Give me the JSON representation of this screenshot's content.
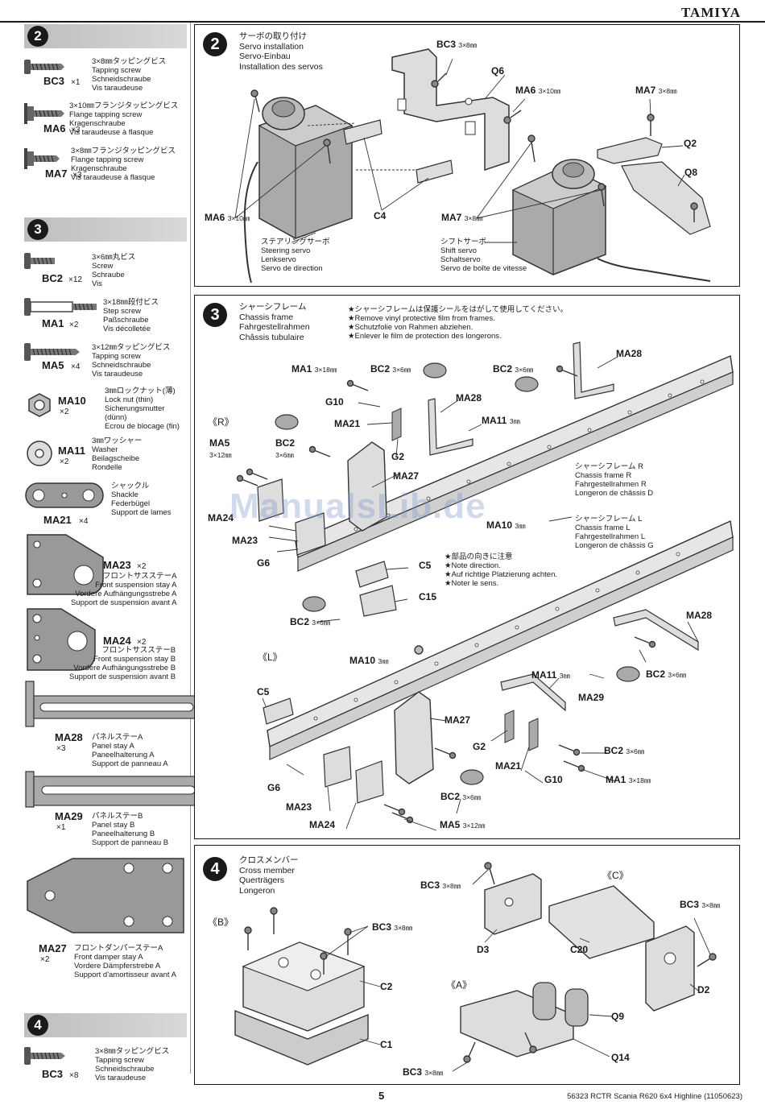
{
  "brand": "TAMIYA",
  "footer": {
    "page": "5",
    "code": "56323 RCTR Scania R620 6x4 Highline (11050623)"
  },
  "watermark": "ManualsLib.de",
  "sidebar": {
    "step2": {
      "num": "2"
    },
    "step3": {
      "num": "3"
    },
    "step4": {
      "num": "4"
    },
    "parts": [
      {
        "code": "BC3",
        "qty": "×1",
        "desc": "3×8㎜タッピングビス\nTapping screw\nSchneidschraube\nVis taraudeuse"
      },
      {
        "code": "MA6",
        "qty": "×3",
        "desc": "3×10㎜フランジタッピングビス\nFlange tapping screw\nKragenschraube\nVis taraudeuse à flasque"
      },
      {
        "code": "MA7",
        "qty": "×3",
        "desc": "3×8㎜フランジタッピングビス\nFlange tapping screw\nKragenschraube\nVis taraudeuse à flasque"
      },
      {
        "code": "BC2",
        "qty": "×12",
        "desc": "3×6㎜丸ビス\nScrew\nSchraube\nVis"
      },
      {
        "code": "MA1",
        "qty": "×2",
        "desc": "3×18㎜段付ビス\nStep screw\nPaßschraube\nVis décolletée"
      },
      {
        "code": "MA5",
        "qty": "×4",
        "desc": "3×12㎜タッピングビス\nTapping screw\nSchneidschraube\nVis taraudeuse"
      },
      {
        "code": "MA10",
        "qty": "×2",
        "desc": "3㎜ロックナット(薄)\nLock nut (thin)\nSicherungsmutter\n(dünn)\nEcrou de blocage (fin)"
      },
      {
        "code": "MA11",
        "qty": "×2",
        "desc": "3㎜ワッシャー\nWasher\nBeilagscheibe\nRondelle"
      },
      {
        "code": "MA21",
        "qty": "×4",
        "desc": "シャックル\nShackle\nFederbügel\nSupport de lames"
      },
      {
        "code": "MA23",
        "qty": "×2",
        "desc": "フロントサスステーA\nFront suspension stay A\nVordere Aufhängungsstrebe A\nSupport de suspension avant A"
      },
      {
        "code": "MA24",
        "qty": "×2",
        "desc": "フロントサスステーB\nFront suspension stay B\nVordere Aufhängungsstrebe B\nSupport de suspension avant B"
      },
      {
        "code": "MA28",
        "qty": "×3",
        "desc": "パネルステーA\nPanel stay A\nPaneelhalterung A\nSupport de panneau A"
      },
      {
        "code": "MA29",
        "qty": "×1",
        "desc": "パネルステーB\nPanel stay B\nPaneelhalterung B\nSupport de panneau B"
      },
      {
        "code": "MA27",
        "qty": "×2",
        "desc": "フロントダンパーステーA\nFront damper stay A\nVordere Dämpferstrebe A\nSupport d'amortisseur avant A"
      },
      {
        "code": "BC3",
        "qty": "×8",
        "desc": "3×8㎜タッピングビス\nTapping screw\nSchneidschraube\nVis taraudeuse"
      }
    ]
  },
  "panel2": {
    "num": "2",
    "title": "サーボの取り付け\nServo installation\nServo-Einbau\nInstallation des servos",
    "labels": {
      "bc3": "BC3",
      "bc3_size": "3×8㎜",
      "q6": "Q6",
      "ma6a": "MA6",
      "ma6a_size": "3×10㎜",
      "ma7a": "MA7",
      "ma7a_size": "3×8㎜",
      "q2": "Q2",
      "q8": "Q8",
      "c4": "C4",
      "ma6b": "MA6",
      "ma6b_size": "3×10㎜",
      "ma7b": "MA7",
      "ma7b_size": "3×8㎜"
    },
    "steering": "ステアリングサーボ\nSteering servo\nLenkservo\nServo de direction",
    "shift": "シフトサーボ\nShift servo\nSchaltservo\nServo de boîte de vitesse"
  },
  "panel3": {
    "num": "3",
    "title": "シャーシフレーム\nChassis frame\nFahrgestellrahmen\nChâssis tubulaire",
    "film_note": "★シャーシフレームは保護シールをはがして使用してください。\n★Remove vinyl protective film from frames.\n★Schutzfolie von Rahmen abziehen.\n★Enlever le film de protection des longerons.",
    "dir_note": "★部品の向きに注意\n★Note direction.\n★Auf richtige Platzierung achten.\n★Noter le sens.",
    "frame_r": "シャーシフレーム R\nChassis frame R\nFahrgestellrahmen R\nLongeron de châssis D",
    "frame_l": "シャーシフレーム L\nChassis frame L\nFahrgestellrahmen L\nLongeron de châssis G",
    "r_mark": "《R》",
    "l_mark": "《L》",
    "labels": {
      "ma1a": "MA1",
      "ma1a_size": "3×18㎜",
      "bc2a": "BC2",
      "bc2a_size": "3×6㎜",
      "bc2b": "BC2",
      "bc2b_size": "3×6㎜",
      "ma28a": "MA28",
      "ma28b": "MA28",
      "ma28c": "MA28",
      "g10a": "G10",
      "ma21a": "MA21",
      "ma11a": "MA11",
      "ma11a_size": "3㎜",
      "ma5a": "MA5",
      "ma5a_size": "3×12㎜",
      "bc2c": "BC2",
      "bc2c_size": "3×6㎜",
      "g2a": "G2",
      "ma27a": "MA27",
      "ma24a": "MA24",
      "ma23a": "MA23",
      "g6a": "G6",
      "ma10a": "MA10",
      "ma10a_size": "3㎜",
      "c5a": "C5",
      "c15": "C15",
      "bc2d": "BC2",
      "bc2d_size": "3×6㎜",
      "ma10b": "MA10",
      "ma10b_size": "3㎜",
      "bc2e": "BC2",
      "bc2e_size": "3×6㎜",
      "c5b": "C5",
      "ma11b": "MA11",
      "ma11b_size": "3㎜",
      "ma29": "MA29",
      "ma27b": "MA27",
      "g2b": "G2",
      "ma21b": "MA21",
      "bc2f": "BC2",
      "bc2f_size": "3×6㎜",
      "g10b": "G10",
      "ma1b": "MA1",
      "ma1b_size": "3×18㎜",
      "g6b": "G6",
      "bc2g": "BC2",
      "bc2g_size": "3×6㎜",
      "ma23b": "MA23",
      "ma24b": "MA24",
      "ma5b": "MA5",
      "ma5b_size": "3×12㎜"
    }
  },
  "panel4": {
    "num": "4",
    "title": "クロスメンバー\nCross member\nQuerträgers\nLongeron",
    "labels": {
      "bc3a": "BC3",
      "bc3a_size": "3×8㎜",
      "c_mark": "《C》",
      "bc3b": "BC3",
      "bc3b_size": "3×8㎜",
      "b_mark": "《B》",
      "bc3c": "BC3",
      "bc3c_size": "3×8㎜",
      "d3": "D3",
      "c20": "C20",
      "c2": "C2",
      "d2": "D2",
      "a_mark": "《A》",
      "q9": "Q9",
      "c1": "C1",
      "q14": "Q14",
      "bc3d": "BC3",
      "bc3d_size": "3×8㎜"
    }
  }
}
